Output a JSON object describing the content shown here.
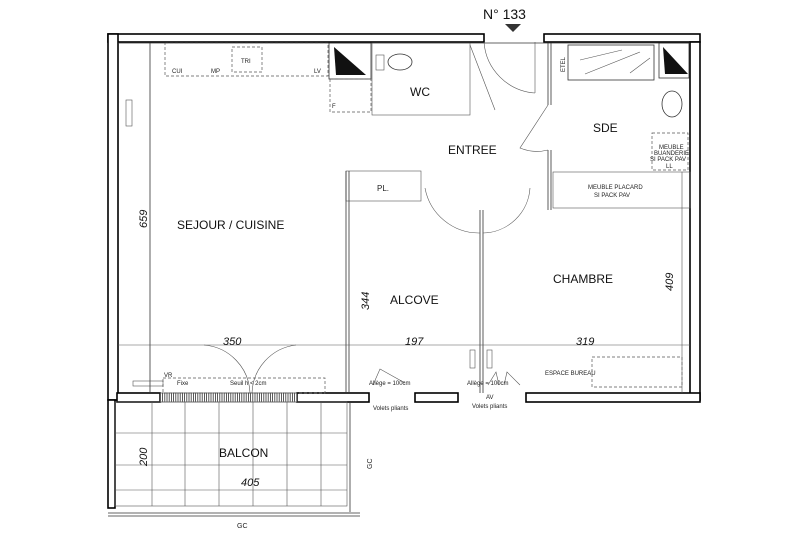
{
  "plan": {
    "lot_number": "N° 133",
    "rooms": {
      "wc": "WC",
      "sde": "SDE",
      "entree": "ENTREE",
      "sejour": "SEJOUR / CUISINE",
      "alcove": "ALCOVE",
      "chambre": "CHAMBRE",
      "balcon": "BALCON"
    },
    "dimensions": {
      "sejour_depth": "659",
      "alcove_depth": "344",
      "chambre_depth": "409",
      "balcon_depth": "200",
      "sejour_width": "350",
      "alcove_width": "197",
      "chambre_width": "319",
      "balcon_width": "405"
    },
    "annotations": {
      "cui": "CUI",
      "mp": "MP",
      "tri": "TRI",
      "lv": "LV",
      "f": "F",
      "etel": "ETEL",
      "meuble_buanderie": [
        "MEUBLE",
        "BUANDERIE",
        "SI PACK PAV"
      ],
      "ll": "LL",
      "meuble_placard": [
        "MEUBLE PLACARD",
        "SI PACK PAV"
      ],
      "pl": "PL.",
      "vr": "VR",
      "fixe": "Fixe",
      "seuil": "Seuil h < 2cm",
      "allege_1": "Allège = 100cm",
      "allege_2": "Allège = 100cm",
      "av": "AV",
      "volets_1": "Volets pliants",
      "volets_2": "Volets pliants",
      "espace_bureau": "ESPACE BUREAU",
      "gc_bottom": "GC",
      "gc_side": "GC"
    }
  }
}
